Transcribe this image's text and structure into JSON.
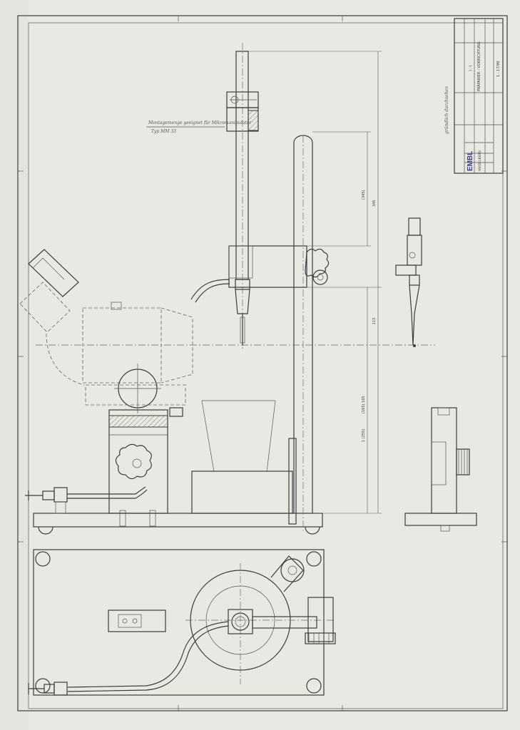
{
  "title_block": {
    "logo": "EMBL",
    "institute": "HEIDELBERG",
    "title": "PRÄPARIER - VORRICHTUNG",
    "drawing_number": "1 - 17/90",
    "scale": "1 : 1"
  },
  "annotations": {
    "note_line1": "Montagemenge geeignet für Mikromanipulator",
    "note_line2": "Typ MM 33",
    "margin_note": "gründlich durchsehen"
  },
  "dimensions": {
    "d1": "(345)",
    "d2": "345",
    "d3": "115",
    "d4": "(165) 165",
    "d5": "1 (255)"
  },
  "colors": {
    "paper": "#e9e8e3",
    "ink": "#3c3c3c",
    "logo_blue": "#3b3f8c"
  }
}
